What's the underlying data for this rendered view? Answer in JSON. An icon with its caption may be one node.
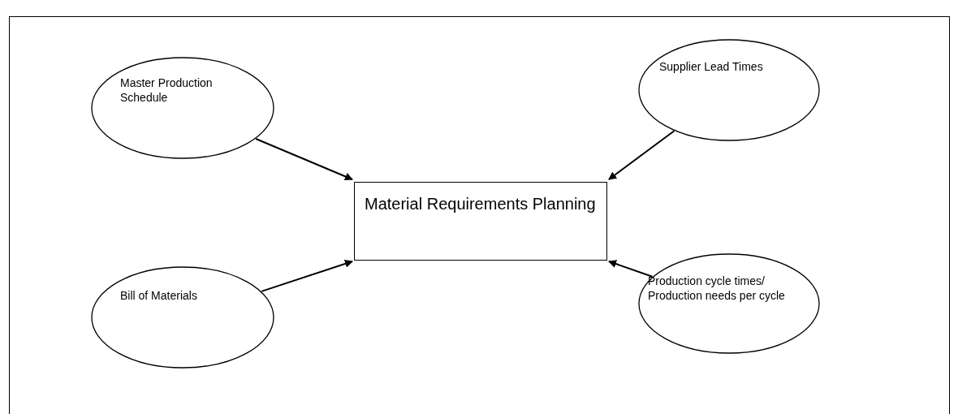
{
  "diagram": {
    "nodes": [
      {
        "text": [
          "Master Production Schedule"
        ]
      },
      {
        "text": [
          "Supplier Lead Times"
        ]
      },
      {
        "text": [
          "Material Requirements Planning"
        ]
      },
      {
        "text": [
          "Bill of Materials"
        ]
      },
      {
        "text": [
          "Production cycle times/ Production needs per cycle"
        ]
      }
    ],
    "edges": [
      {
        "from": 0,
        "to": 2,
        "arrow": "to"
      },
      {
        "from": 1,
        "to": 2,
        "arrow": "to"
      },
      {
        "from": 3,
        "to": 2,
        "arrow": "to"
      },
      {
        "from": 4,
        "to": 2,
        "arrow": "to"
      }
    ]
  }
}
